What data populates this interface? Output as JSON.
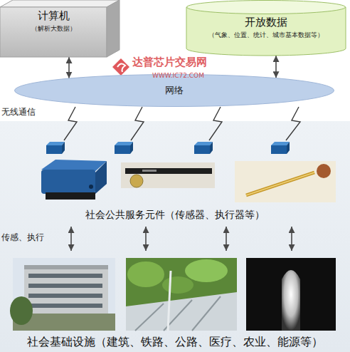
{
  "diagram": {
    "nodes": [
      {
        "text": [
          "计算机",
          "（解析大数据）"
        ]
      },
      {
        "text": [
          "开放数据",
          "（气象、位置、统计、城市基本数据等）"
        ]
      },
      {
        "text": [
          "网络"
        ]
      },
      {
        "text": [
          "社会公共服务元件（传感器、执行器等）"
        ]
      },
      {
        "text": [
          "社会基础设施（建筑、铁路、公路、医疗、农业、能源等）"
        ]
      }
    ],
    "edges": [
      {
        "from": 0,
        "to": 2,
        "arrow": "both"
      },
      {
        "from": 1,
        "to": 2,
        "arrow": "both"
      },
      {
        "from": 3,
        "to": 4,
        "arrow": "both"
      },
      {
        "from": 3,
        "to": 4,
        "arrow": "both"
      },
      {
        "from": 3,
        "to": 4,
        "arrow": "both"
      },
      {
        "from": 3,
        "to": 4,
        "arrow": "both"
      }
    ],
    "labels": [
      "达普芯片交易网",
      "WWW.IC72.COM",
      "无线通信",
      "传感、执行"
    ]
  }
}
